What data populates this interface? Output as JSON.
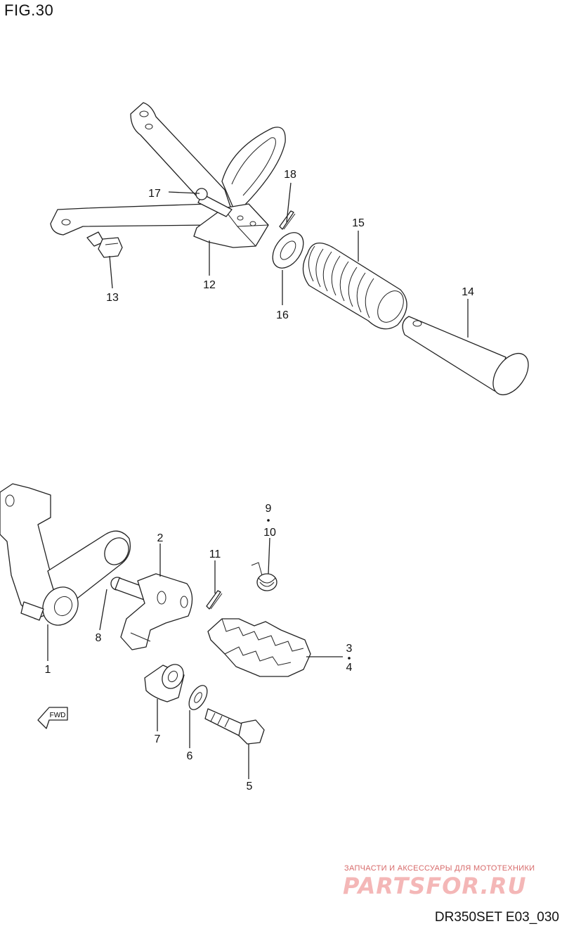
{
  "figure": {
    "title": "FIG.30",
    "code": "DR350SET E03_030"
  },
  "watermark": {
    "tagline": "ЗАПЧАСТИ И АКСЕССУАРЫ ДЛЯ МОТОТЕХНИКИ",
    "logo": "PARTSFOR.RU"
  },
  "fwd_label": "FWD",
  "callouts": {
    "c1": "1",
    "c2": "2",
    "c3": "3",
    "c4": "4",
    "c5": "5",
    "c6": "6",
    "c7": "7",
    "c8": "8",
    "c9": "9",
    "c10": "10",
    "c11": "11",
    "c12": "12",
    "c13": "13",
    "c14": "14",
    "c15": "15",
    "c16": "16",
    "c17": "17",
    "c18": "18"
  }
}
